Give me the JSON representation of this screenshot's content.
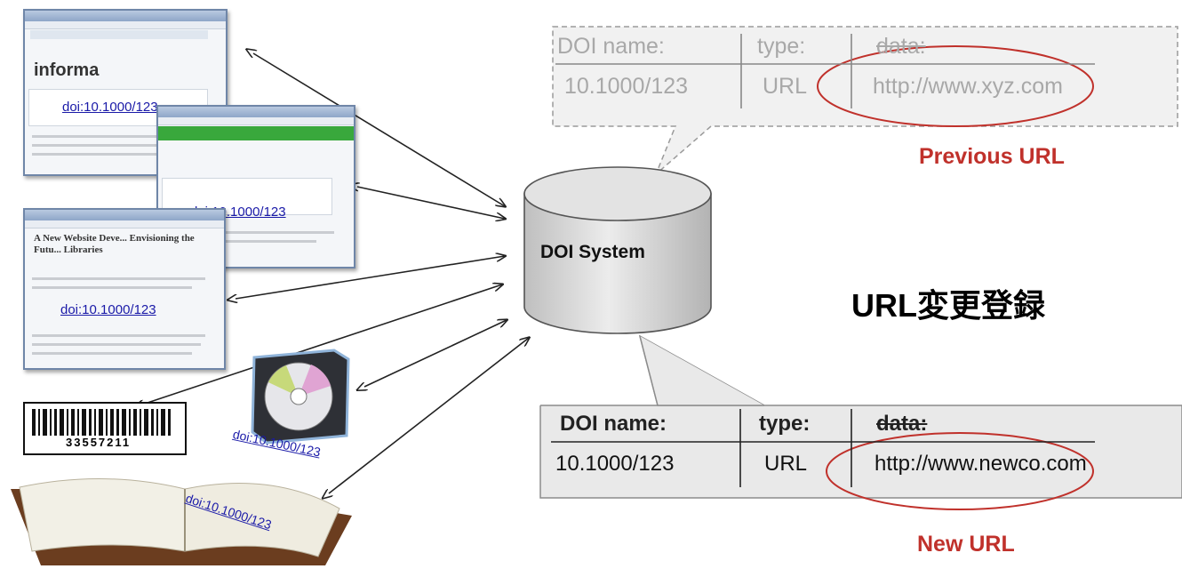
{
  "diagram": {
    "center_node": {
      "label": "DOI System"
    },
    "title": "URL変更登録",
    "doi_link_text": "doi:10.1000/123",
    "barcode_number": "33557211",
    "browser_window_1": {
      "heading": "informa"
    },
    "browser_window_3": {
      "headline": "A New Website Deve... Envisioning the Futu... Libraries"
    },
    "previous_record": {
      "headers": {
        "name": "DOI name:",
        "type": "type:",
        "data": "data:"
      },
      "values": {
        "name": "10.1000/123",
        "type": "URL",
        "data": "http://www.xyz.com"
      },
      "label": "Previous URL"
    },
    "new_record": {
      "headers": {
        "name": "DOI name:",
        "type": "type:",
        "data": "data:"
      },
      "values": {
        "name": "10.1000/123",
        "type": "URL",
        "data": "http://www.newco.com"
      },
      "label": "New URL"
    },
    "colors": {
      "accent_red": "#c0312b",
      "link_blue": "#1a1aa8",
      "cylinder_grey": "#d9d9d9"
    }
  }
}
